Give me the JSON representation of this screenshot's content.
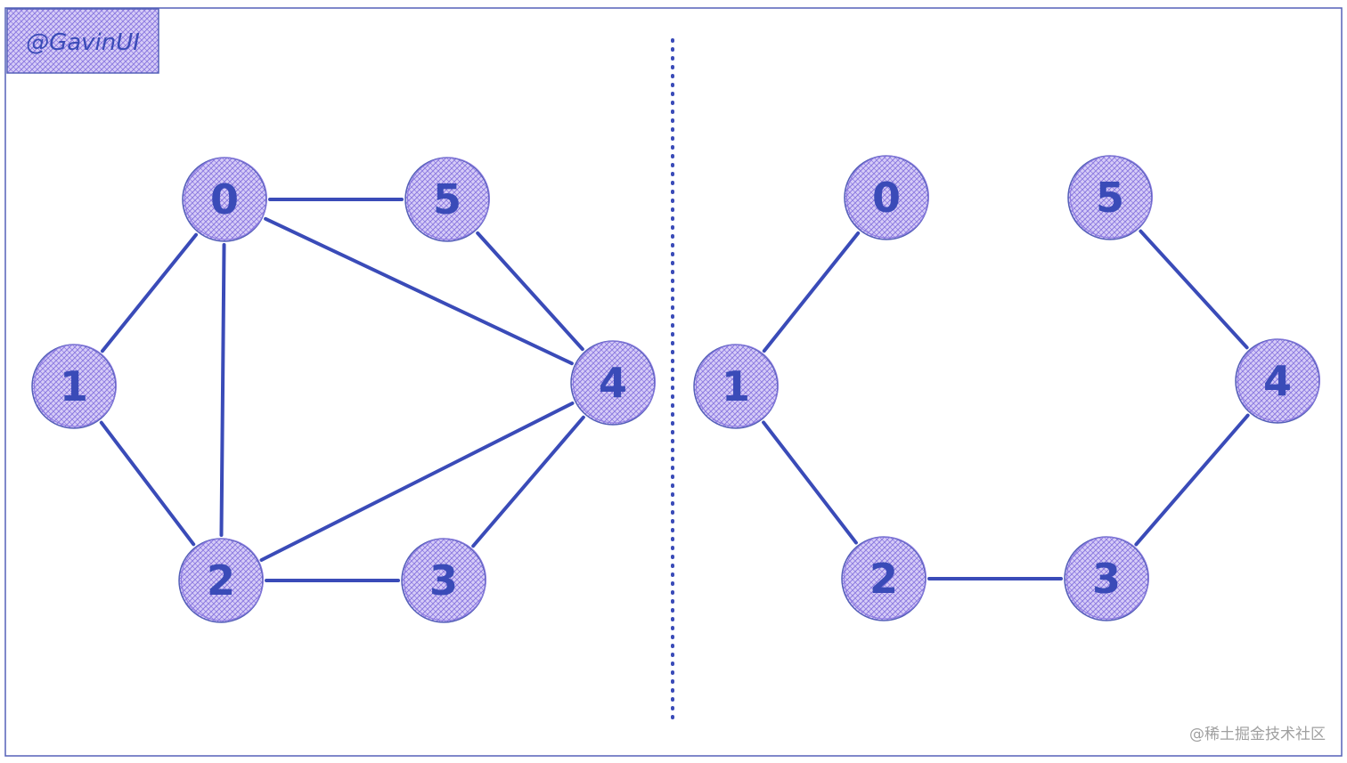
{
  "author_tag": "@GavinUI",
  "watermark": "@稀土掘金技术社区",
  "colors": {
    "stroke": "#3a4bb8",
    "node_fill": "#c9bdf2",
    "hatch": "#8a78e0",
    "frame": "#5560b8",
    "watermark": "#a0a0a0"
  },
  "graphs": {
    "left": {
      "nodes": [
        {
          "id": "n0",
          "label": "0"
        },
        {
          "id": "n1",
          "label": "1"
        },
        {
          "id": "n2",
          "label": "2"
        },
        {
          "id": "n3",
          "label": "3"
        },
        {
          "id": "n4",
          "label": "4"
        },
        {
          "id": "n5",
          "label": "5"
        }
      ],
      "edges": [
        [
          "n0",
          "n5"
        ],
        [
          "n0",
          "n1"
        ],
        [
          "n0",
          "n2"
        ],
        [
          "n0",
          "n4"
        ],
        [
          "n5",
          "n4"
        ],
        [
          "n1",
          "n2"
        ],
        [
          "n2",
          "n4"
        ],
        [
          "n2",
          "n3"
        ],
        [
          "n3",
          "n4"
        ]
      ]
    },
    "right": {
      "nodes": [
        {
          "id": "n0",
          "label": "0"
        },
        {
          "id": "n1",
          "label": "1"
        },
        {
          "id": "n2",
          "label": "2"
        },
        {
          "id": "n3",
          "label": "3"
        },
        {
          "id": "n4",
          "label": "4"
        },
        {
          "id": "n5",
          "label": "5"
        }
      ],
      "edges": [
        [
          "n0",
          "n1"
        ],
        [
          "n1",
          "n2"
        ],
        [
          "n2",
          "n3"
        ],
        [
          "n3",
          "n4"
        ],
        [
          "n4",
          "n5"
        ]
      ]
    }
  }
}
